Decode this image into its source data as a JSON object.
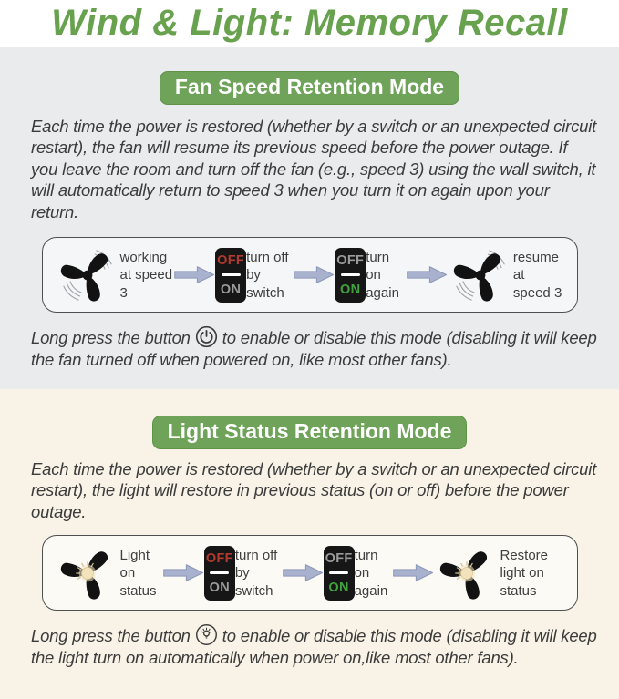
{
  "title": "Wind & Light: Memory Recall",
  "colors": {
    "title_green": "#68a24e",
    "badge_green": "#6fa35a",
    "section1_bg": "#e9ebed",
    "section2_bg": "#f9f3e7",
    "body_text": "#3c3c3c",
    "arrow_fill": "#a8b2ce",
    "switch_bg": "#161616",
    "switch_off_red": "#b23a2e",
    "switch_on_green": "#3fa23c",
    "switch_inactive_gray": "#9b9b9b"
  },
  "sections": [
    {
      "badge": "Fan Speed Retention Mode",
      "description": "Each time the power is restored (whether by a switch or an unexpected circuit restart), the fan will resume its previous speed before the power outage. If you leave the room and turn off the fan (e.g., speed 3) using the wall switch, it will automatically return to speed 3 when you turn it on again upon your return.",
      "diagram": {
        "steps": [
          {
            "icon": "spinning-fan-icon",
            "label": "working at speed 3"
          },
          {
            "icon": "rocker-switch",
            "label": "turn off by switch",
            "switch": {
              "off": "OFF",
              "on": "ON",
              "active": "OFF"
            }
          },
          {
            "icon": "rocker-switch",
            "label": "turn on again",
            "switch": {
              "off": "OFF",
              "on": "ON",
              "active": "ON"
            }
          },
          {
            "icon": "spinning-fan-icon",
            "label": "resume at speed 3"
          }
        ]
      },
      "note": {
        "prefix": "Long press the button",
        "icon": "power-button-icon",
        "suffix": "to enable or disable this mode (disabling it will keep the fan turned off when powered on, like most other fans)."
      }
    },
    {
      "badge": "Light Status Retention Mode",
      "description": "Each time the power is restored (whether by a switch or an unexpected circuit restart), the light will restore in previous status (on or off) before the power outage.",
      "diagram": {
        "steps": [
          {
            "icon": "fan-with-light-icon",
            "label": "Light on status"
          },
          {
            "icon": "rocker-switch",
            "label": "turn off by switch",
            "switch": {
              "off": "OFF",
              "on": "ON",
              "active": "OFF"
            }
          },
          {
            "icon": "rocker-switch",
            "label": "turn on again",
            "switch": {
              "off": "OFF",
              "on": "ON",
              "active": "ON"
            }
          },
          {
            "icon": "fan-with-light-icon",
            "label": "Restore light on status"
          }
        ]
      },
      "note": {
        "prefix": "Long press the button",
        "icon": "light-bulb-icon",
        "suffix": "to enable or disable this mode (disabling it will keep the light turn on automatically when power on,like most other fans)."
      }
    }
  ]
}
